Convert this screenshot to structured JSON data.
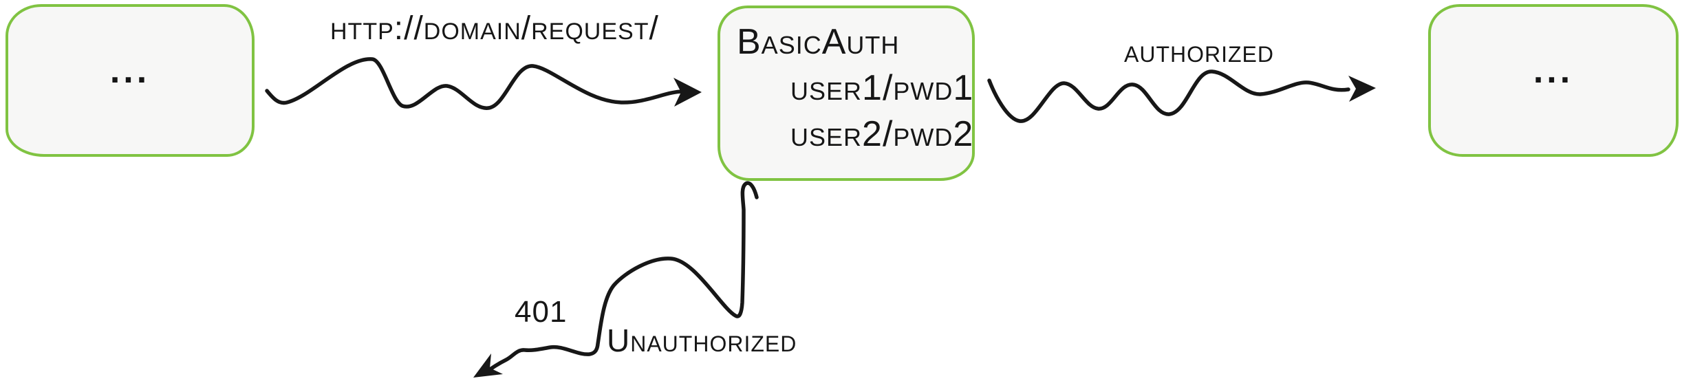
{
  "colors": {
    "accent_green": "#80c342",
    "ink": "#171717",
    "node_fill": "#f7f7f6",
    "background": "#ffffff"
  },
  "nodes": {
    "client": {
      "label": "..."
    },
    "auth_server": {
      "title": "BasicAuth",
      "credentials": [
        "user1/pwd1",
        "user2/pwd2"
      ]
    },
    "backend": {
      "label": "..."
    }
  },
  "edges": {
    "request": {
      "label": "http://domain/request/"
    },
    "authorized": {
      "label": "authorized"
    },
    "unauthorized": {
      "status_code": "401",
      "label": "Unauthorized"
    }
  }
}
